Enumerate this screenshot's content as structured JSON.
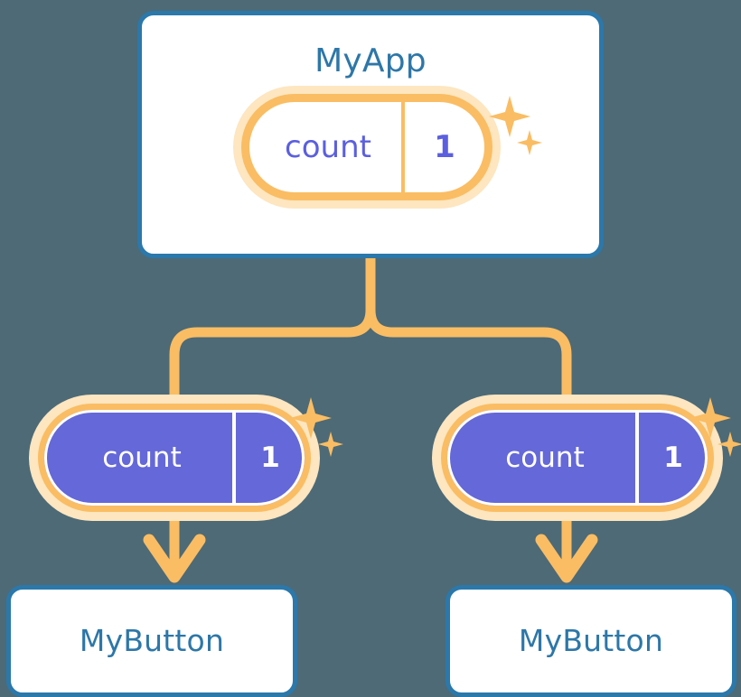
{
  "diagram": {
    "title": "MyApp component tree with shared count state",
    "background_color": "#4d6a76",
    "accent_orange": "#fabd63",
    "accent_orange_halo": "#fde6c0",
    "accent_purple": "#6568d8",
    "accent_blue": "#2b78ab",
    "title_text_color": "#2d77a8"
  },
  "root": {
    "label": "MyApp",
    "state_pill": {
      "key": "count",
      "value": "1",
      "style": "outline",
      "sparkle_large": "sparkle-icon",
      "sparkle_small": "sparkle-icon"
    }
  },
  "children": [
    {
      "id": "left",
      "state_pill": {
        "key": "count",
        "value": "1",
        "style": "filled",
        "sparkle_large": "sparkle-icon",
        "sparkle_small": "sparkle-icon"
      },
      "card": {
        "label": "MyButton"
      }
    },
    {
      "id": "right",
      "state_pill": {
        "key": "count",
        "value": "1",
        "style": "filled",
        "sparkle_large": "sparkle-icon",
        "sparkle_small": "sparkle-icon"
      },
      "card": {
        "label": "MyButton"
      }
    }
  ],
  "connectors": {
    "stem_icon": "vertical-connector-line",
    "fork_icon": "branch-fork-line",
    "arrow_left_icon": "arrow-down-icon",
    "arrow_right_icon": "arrow-down-icon"
  }
}
